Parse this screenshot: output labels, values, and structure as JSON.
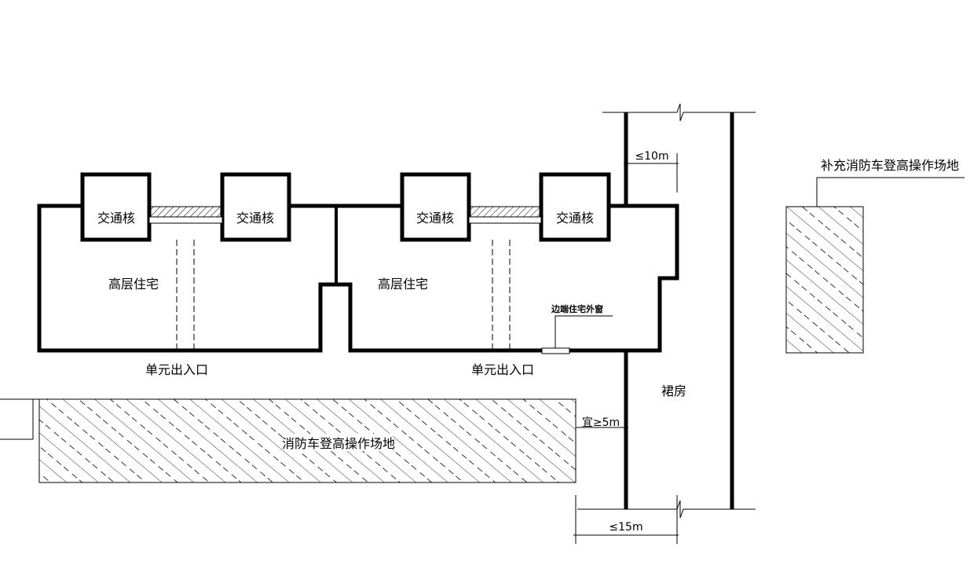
{
  "labels": {
    "core": "交通核",
    "residential": "高层住宅",
    "entrance": "单元出入口",
    "podium": "裙房",
    "fire_site": "消防车登高操作场地",
    "supplementary_site": "补充消防车登高操作场地",
    "end_window": "边端住宅外窗"
  },
  "dimensions": {
    "top": "≤10m",
    "side": "宜≥5m",
    "bottom": "≤15m"
  }
}
